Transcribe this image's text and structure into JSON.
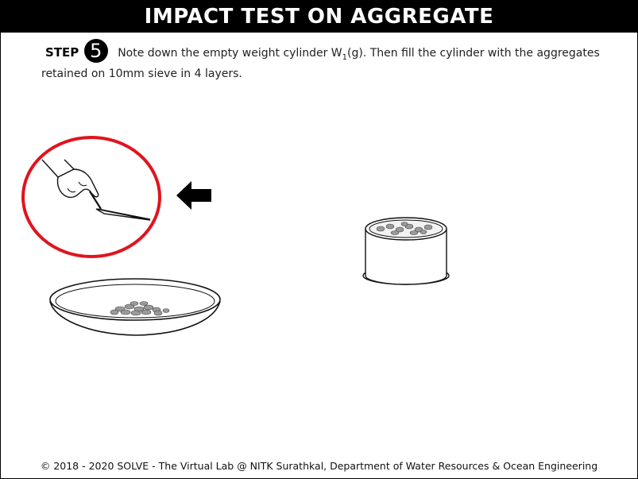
{
  "title": "IMPACT TEST ON AGGREGATE",
  "step": {
    "label": "STEP",
    "number": "5",
    "text_before_sub": "Note down the empty weight cylinder W",
    "subscript": "1",
    "text_after_sub": "(g). Then fill the cylinder with the aggregates",
    "text_line2": "retained on 10mm sieve in 4 layers."
  },
  "colors": {
    "highlight_ring": "#e0141e",
    "title_bg": "#000000",
    "title_fg": "#ffffff"
  },
  "icons": [
    "hand-with-trowel-icon",
    "left-arrow-icon",
    "tray-with-aggregate-icon",
    "cylinder-with-aggregate-icon"
  ],
  "footer": "© 2018 - 2020 SOLVE - The Virtual Lab @ NITK Surathkal, Department of Water Resources & Ocean Engineering"
}
